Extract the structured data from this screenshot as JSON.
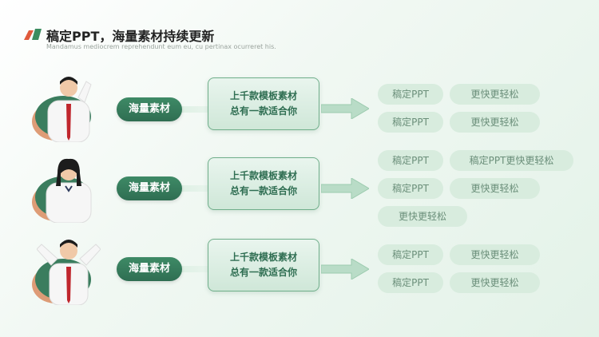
{
  "header": {
    "title": "稿定PPT，海量素材持续更新",
    "subtitle": "Mandamus mediocrem reprehendunt eum eu, cu pertinax ocurreret his."
  },
  "colors": {
    "accent_dark": "#2f6e52",
    "accent_light": "#d8ecde",
    "logo_red": "#e05a3c",
    "logo_green": "#3b8c5f"
  },
  "rows": [
    {
      "tag": "海量素材",
      "box_line1": "上千款模板素材",
      "box_line2": "总有一款适合你",
      "pills": [
        "稿定PPT",
        "更快更轻松",
        "稿定PPT",
        "更快更轻松"
      ]
    },
    {
      "tag": "海量素材",
      "box_line1": "上千款模板素材",
      "box_line2": "总有一款适合你",
      "pills": [
        "稿定PPT",
        "稿定PPT更快更轻松",
        "稿定PPT",
        "更快更轻松",
        "更快更轻松"
      ]
    },
    {
      "tag": "海量素材",
      "box_line1": "上千款模板素材",
      "box_line2": "总有一款适合你",
      "pills": [
        "稿定PPT",
        "更快更轻松",
        "稿定PPT",
        "更快更轻松"
      ]
    }
  ]
}
